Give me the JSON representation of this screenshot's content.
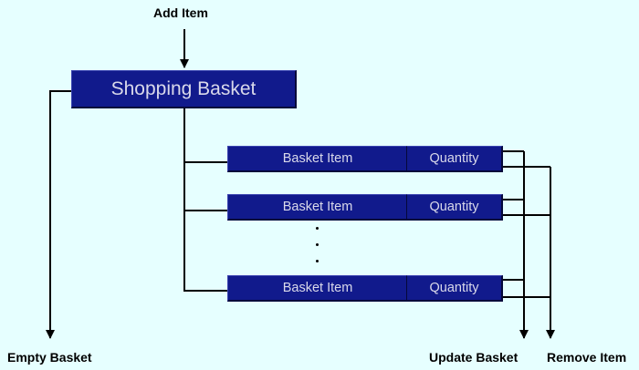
{
  "diagram": {
    "main_node": {
      "label": "Shopping Basket"
    },
    "rows": [
      {
        "item_label": "Basket Item",
        "quantity_label": "Quantity"
      },
      {
        "item_label": "Basket Item",
        "quantity_label": "Quantity"
      },
      {
        "item_label": "Basket Item",
        "quantity_label": "Quantity"
      }
    ],
    "actions": {
      "add": "Add Item",
      "empty": "Empty Basket",
      "update": "Update Basket",
      "remove": "Remove Item"
    },
    "colors": {
      "background": "#e6ffff",
      "box_fill": "#111a8c",
      "box_text": "#d9d9ea",
      "line": "#000000"
    }
  }
}
